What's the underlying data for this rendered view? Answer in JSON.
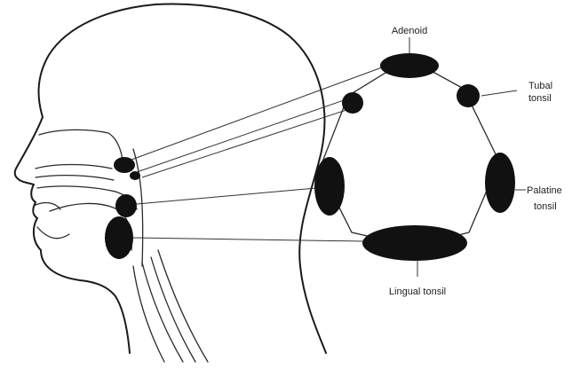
{
  "labels": {
    "adenoid": "Adenoid",
    "tubal_line1": "Tubal",
    "tubal_line2": "tonsil",
    "palatine_line1": "Palatine",
    "palatine_line2": "tonsil",
    "lingual": "Lingual tonsil"
  },
  "colors": {
    "ink": "#111111",
    "line": "#333333",
    "background": "#ffffff"
  }
}
